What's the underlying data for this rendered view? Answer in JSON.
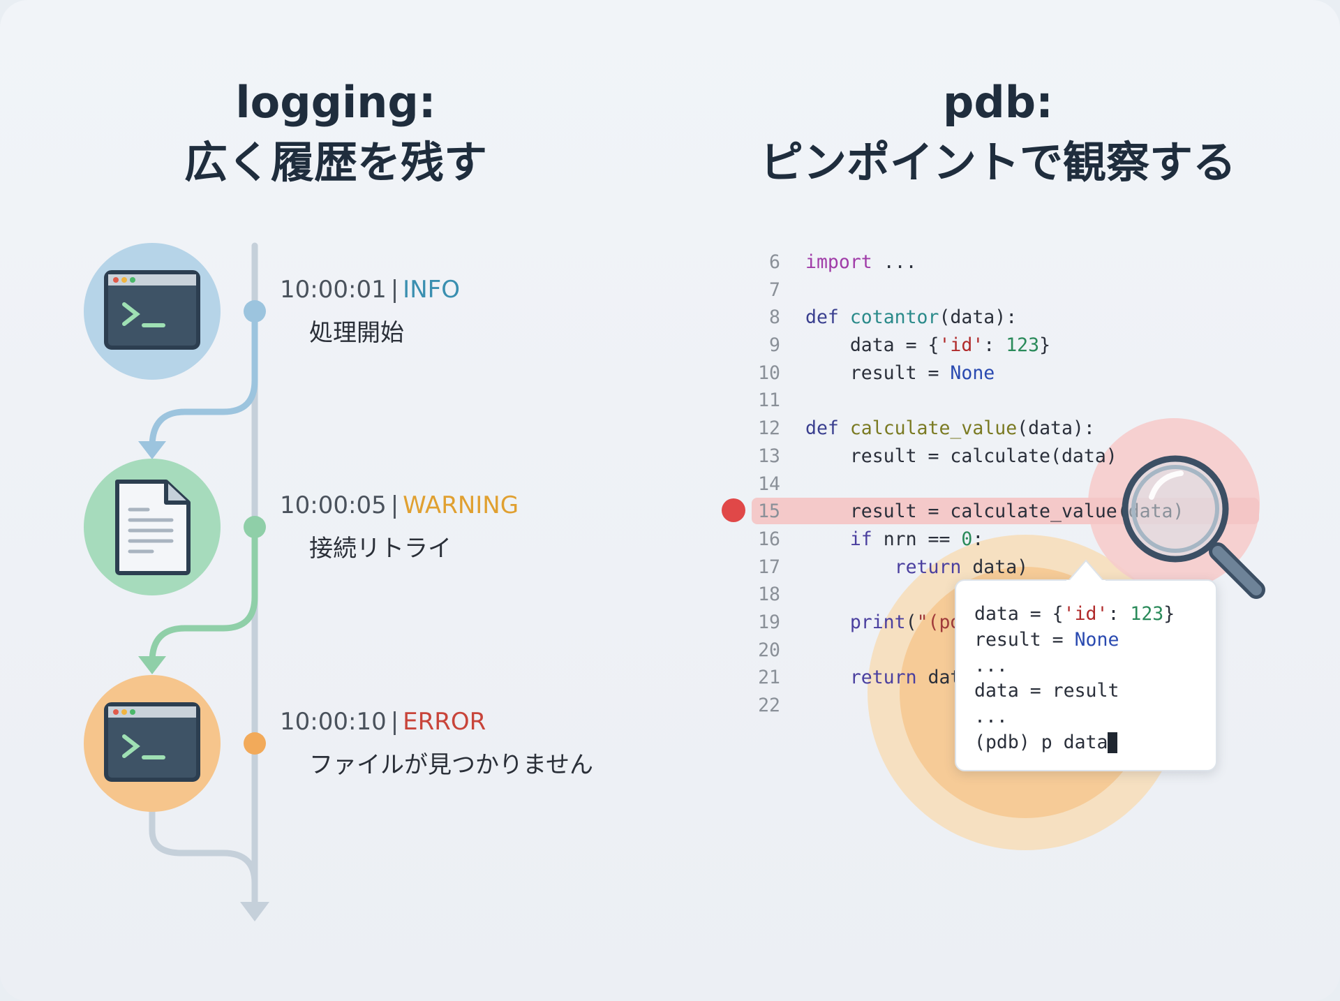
{
  "left": {
    "title_line1": "logging:",
    "title_line2": "広く履歴を残す",
    "entries": [
      {
        "time": "10:00:01",
        "level": "INFO",
        "level_color": "#3a8fb0",
        "message": "処理開始",
        "icon": "terminal-icon",
        "circle_color": "#b6d4e8",
        "dot_color": "#9cc4de"
      },
      {
        "time": "10:00:05",
        "level": "WARNING",
        "level_color": "#e0a030",
        "message": "接続リトライ",
        "icon": "document-icon",
        "circle_color": "#a6dbbc",
        "dot_color": "#8fcfa8"
      },
      {
        "time": "10:00:10",
        "level": "ERROR",
        "level_color": "#c8443a",
        "message": "ファイルが見つかりません",
        "icon": "terminal-icon",
        "circle_color": "#f6c58c",
        "dot_color": "#f2aa5a"
      }
    ],
    "separator": "|"
  },
  "right": {
    "title_line1": "pdb:",
    "title_line2": "ピンポイントで観察する",
    "breakpoint_line": 15,
    "code": [
      {
        "n": "6",
        "tokens": [
          [
            "imp",
            "import"
          ],
          [
            "txt",
            " ..."
          ]
        ]
      },
      {
        "n": "7",
        "tokens": []
      },
      {
        "n": "8",
        "tokens": [
          [
            "kw",
            "def "
          ],
          [
            "fn",
            "cotantor"
          ],
          [
            "txt",
            "(data):"
          ]
        ]
      },
      {
        "n": "9",
        "tokens": [
          [
            "txt",
            "    data = {"
          ],
          [
            "str",
            "'id'"
          ],
          [
            "txt",
            ": "
          ],
          [
            "num",
            "123"
          ],
          [
            "txt",
            "}"
          ]
        ]
      },
      {
        "n": "10",
        "tokens": [
          [
            "txt",
            "    result = "
          ],
          [
            "none",
            "None"
          ]
        ]
      },
      {
        "n": "11",
        "tokens": []
      },
      {
        "n": "12",
        "tokens": [
          [
            "kw",
            "def "
          ],
          [
            "fn2",
            "calculate_value"
          ],
          [
            "txt",
            "(data):"
          ]
        ]
      },
      {
        "n": "13",
        "tokens": [
          [
            "txt",
            "    result = calculate(data)"
          ]
        ]
      },
      {
        "n": "14",
        "tokens": []
      },
      {
        "n": "15",
        "tokens": [
          [
            "txt",
            "    result = calculate_value(data)"
          ]
        ]
      },
      {
        "n": "16",
        "tokens": [
          [
            "ctl",
            "    if"
          ],
          [
            "txt",
            " nrn == "
          ],
          [
            "num",
            "0"
          ],
          [
            "txt",
            ":"
          ]
        ]
      },
      {
        "n": "17",
        "tokens": [
          [
            "ctl",
            "        return"
          ],
          [
            "txt",
            " data)"
          ]
        ]
      },
      {
        "n": "18",
        "tokens": []
      },
      {
        "n": "19",
        "tokens": [
          [
            "ctl",
            "    print"
          ],
          [
            "txt",
            "("
          ],
          [
            "strd",
            "\"(pd"
          ]
        ]
      },
      {
        "n": "20",
        "tokens": []
      },
      {
        "n": "21",
        "tokens": [
          [
            "ctl",
            "    return"
          ],
          [
            "txt",
            " dat"
          ]
        ]
      },
      {
        "n": "22",
        "tokens": []
      }
    ],
    "popup": [
      [
        [
          "txt",
          "data = {"
        ],
        [
          "str",
          "'id'"
        ],
        [
          "txt",
          ": "
        ],
        [
          "num",
          "123"
        ],
        [
          "txt",
          "}"
        ]
      ],
      [
        [
          "txt",
          "result = "
        ],
        [
          "none",
          "None"
        ]
      ],
      [
        [
          "txt",
          "..."
        ]
      ],
      [
        [
          "txt",
          "data = result"
        ]
      ],
      [
        [
          "txt",
          "..."
        ]
      ],
      [
        [
          "txt",
          "(pdb) p data"
        ]
      ]
    ],
    "breakpoint_color": "#e04848",
    "highlight_color": "#f4c4c4"
  }
}
